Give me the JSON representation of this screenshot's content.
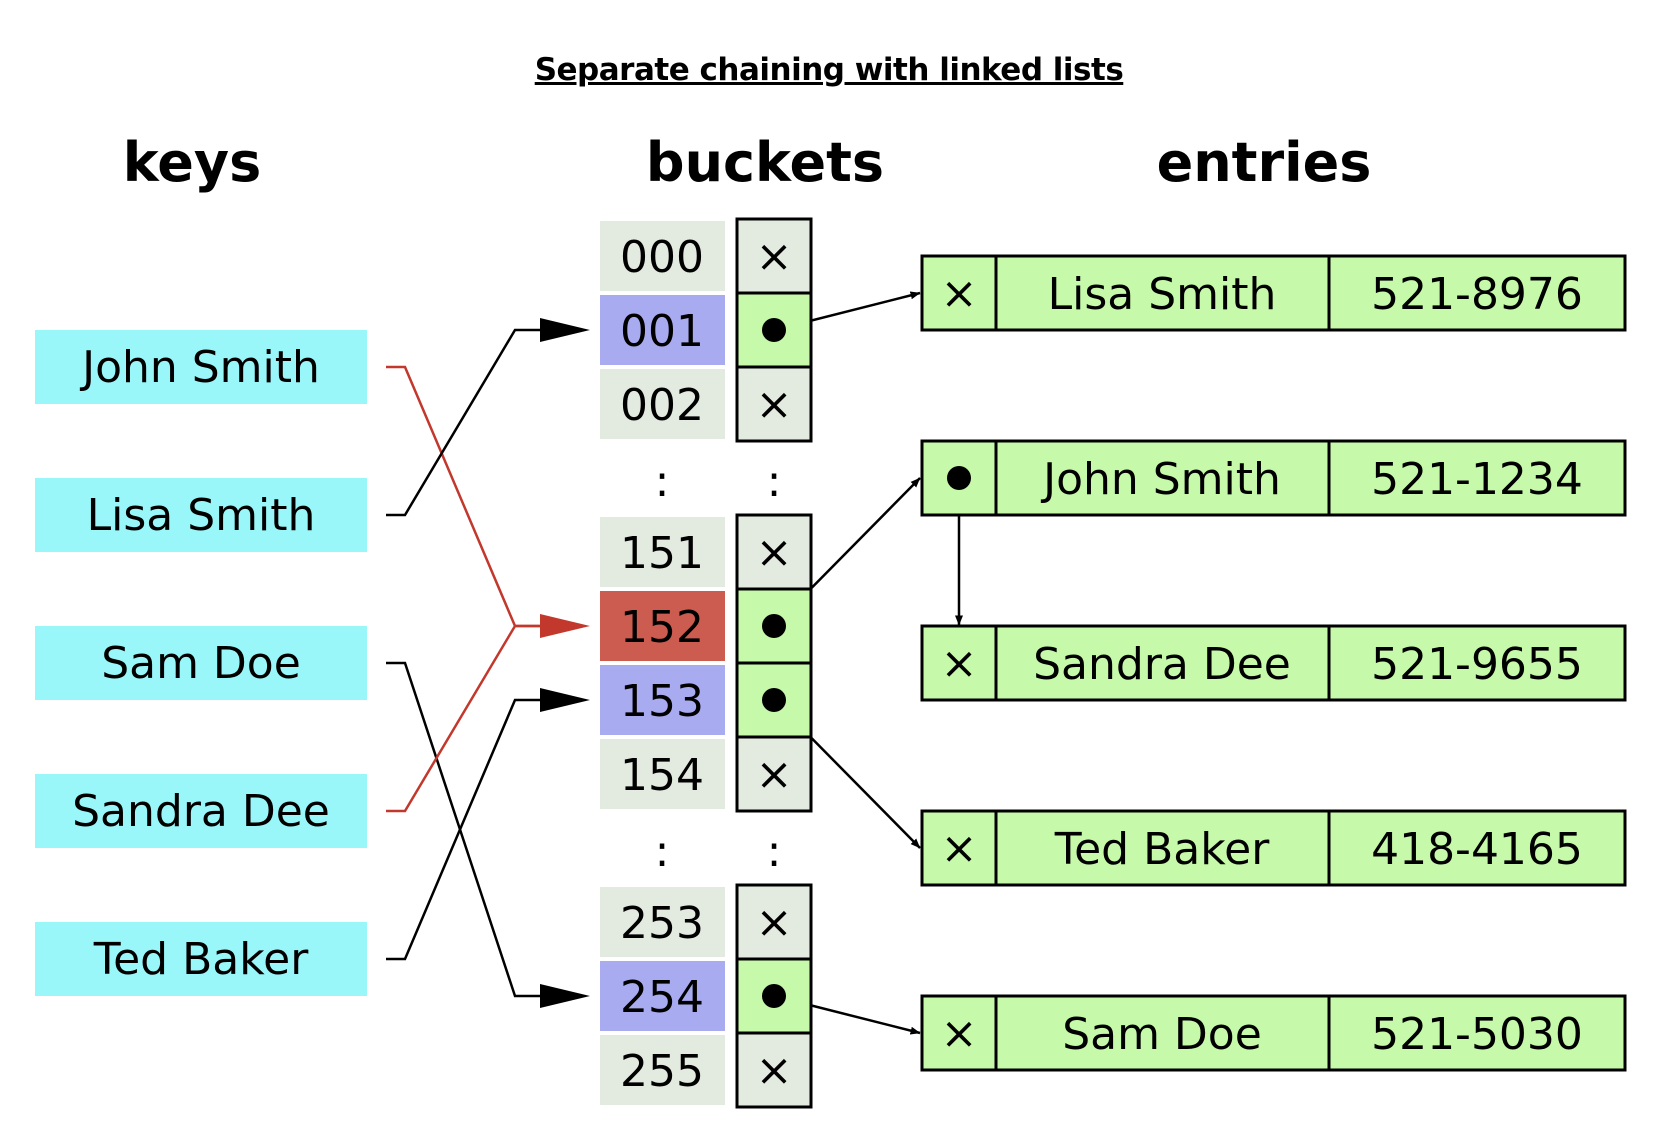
{
  "title": "Separate chaining with linked lists",
  "headers": {
    "keys": "keys",
    "buckets": "buckets",
    "entries": "entries"
  },
  "colors": {
    "key_fill": "#99f7f9",
    "bucket_index_fill": "#e3ebe0",
    "bucket_used_fill": "#a9abf1",
    "bucket_collision_fill": "#cc5b50",
    "entry_fill": "#c6f9a9",
    "empty_slot_fill": "#e3ebe0",
    "collision_line": "#c2382c",
    "line": "#000000"
  },
  "symbols": {
    "null": "×",
    "ellipsis": ":"
  },
  "keys": [
    "John Smith",
    "Lisa Smith",
    "Sam Doe",
    "Sandra Dee",
    "Ted Baker"
  ],
  "buckets": [
    {
      "index": "000",
      "state": "empty"
    },
    {
      "index": "001",
      "state": "used"
    },
    {
      "index": "002",
      "state": "empty"
    },
    {
      "index": ":",
      "state": "gap"
    },
    {
      "index": "151",
      "state": "empty"
    },
    {
      "index": "152",
      "state": "collision"
    },
    {
      "index": "153",
      "state": "used"
    },
    {
      "index": "154",
      "state": "empty"
    },
    {
      "index": ":",
      "state": "gap"
    },
    {
      "index": "253",
      "state": "empty"
    },
    {
      "index": "254",
      "state": "used"
    },
    {
      "index": "255",
      "state": "empty"
    }
  ],
  "entries": [
    {
      "name": "Lisa Smith",
      "phone": "521-8976",
      "has_next": false
    },
    {
      "name": "John Smith",
      "phone": "521-1234",
      "has_next": true
    },
    {
      "name": "Sandra Dee",
      "phone": "521-9655",
      "has_next": false
    },
    {
      "name": "Ted Baker",
      "phone": "418-4165",
      "has_next": false
    },
    {
      "name": "Sam Doe",
      "phone": "521-5030",
      "has_next": false
    }
  ],
  "key_to_bucket": [
    {
      "key": "John Smith",
      "bucket": "152",
      "collision": true
    },
    {
      "key": "Lisa Smith",
      "bucket": "001",
      "collision": false
    },
    {
      "key": "Sam Doe",
      "bucket": "254",
      "collision": false
    },
    {
      "key": "Sandra Dee",
      "bucket": "152",
      "collision": true
    },
    {
      "key": "Ted Baker",
      "bucket": "153",
      "collision": false
    }
  ],
  "bucket_to_entry": [
    {
      "bucket": "001",
      "entry": "Lisa Smith"
    },
    {
      "bucket": "152",
      "entry": "John Smith"
    },
    {
      "bucket": "153",
      "entry": "Ted Baker"
    },
    {
      "bucket": "254",
      "entry": "Sam Doe"
    }
  ],
  "entry_links": [
    {
      "from": "John Smith",
      "to": "Sandra Dee"
    }
  ]
}
